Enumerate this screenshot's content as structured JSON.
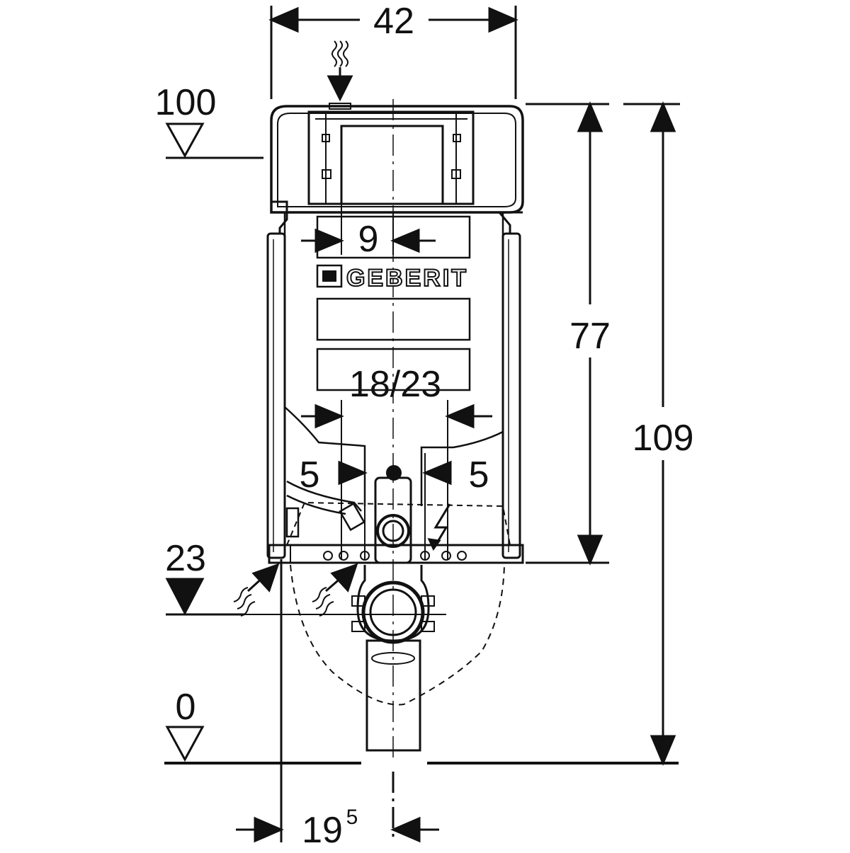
{
  "brand": {
    "name": "GEBERIT"
  },
  "dimensions": {
    "width_top": "42",
    "flush_height": "9",
    "spacing_top": "18/23",
    "offset_left": "5",
    "offset_right": "5",
    "frame_height": "77",
    "total_height": "109",
    "depth_base": "19",
    "depth_sup": "5"
  },
  "levels": {
    "upper": "100",
    "middle": "23",
    "floor": "0"
  },
  "colors": {
    "ink": "#111111",
    "paper": "#ffffff"
  }
}
